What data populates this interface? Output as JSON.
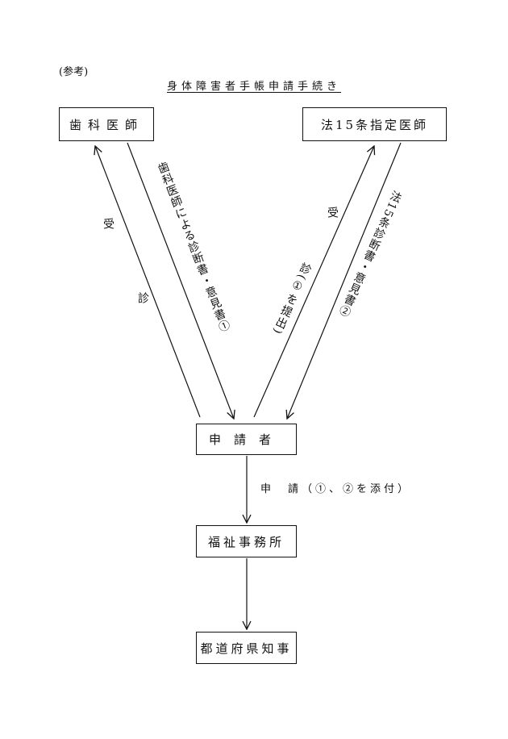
{
  "header": {
    "reference": "(参考)",
    "title": "身体障害者手帳申請手続き"
  },
  "nodes": {
    "dentist": "歯科医師",
    "designated_doctor": "法15条指定医師",
    "applicant": "申請者",
    "welfare_office": "福祉事務所",
    "governor": "都道府県知事"
  },
  "edges": {
    "left_up_1": "受",
    "left_up_2": "診",
    "left_down": "歯科医師による診断書・意見書①",
    "right_up_1": "受",
    "right_up_2": "診(①を提出)",
    "right_down": "法15条診断書・意見書②",
    "apply": "申　請（①、②を添付）"
  }
}
